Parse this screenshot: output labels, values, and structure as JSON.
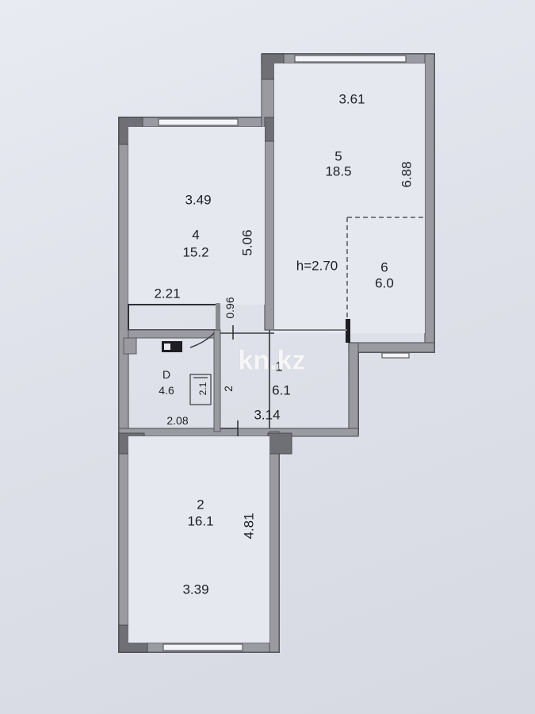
{
  "watermark": "kn.kz",
  "ceiling_height": "h=2.70",
  "rooms": {
    "room4": {
      "number": "4",
      "area": "15.2",
      "width": "3.49",
      "length": "5.06"
    },
    "room5": {
      "number": "5",
      "area": "18.5",
      "width": "3.61",
      "length": "6.88"
    },
    "room6": {
      "number": "6",
      "area": "6.0"
    },
    "room1": {
      "number": "1",
      "area": "6.1",
      "dim_h": "3.14",
      "dim_v": "2"
    },
    "roomD": {
      "number": "D",
      "area": "4.6",
      "dim_h": "2.08",
      "dim_v": "2.1"
    },
    "room2": {
      "number": "2",
      "area": "16.1",
      "width": "3.39",
      "length": "4.81"
    },
    "closet": {
      "width": "2.21",
      "depth": "0.96"
    }
  },
  "colors": {
    "wall": "#8a8b90",
    "wall_edge": "#5d5e63",
    "column": "#6f7075",
    "line": "#2a2b30"
  }
}
